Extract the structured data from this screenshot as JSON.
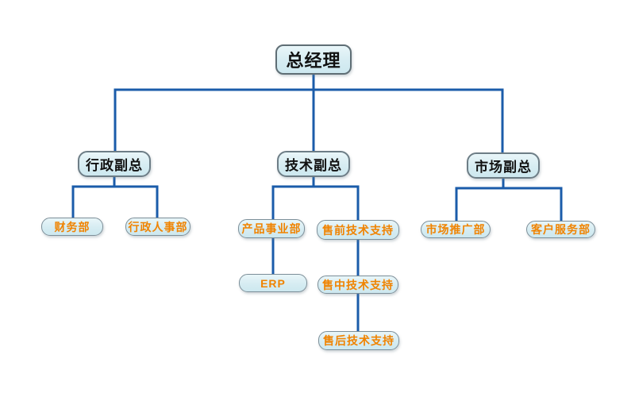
{
  "colors": {
    "background": "#ffffff",
    "connector_line": "#1b5caa",
    "node_fill": "#d6ecf2",
    "node_fill_light": "#e9f6f9",
    "node_border": "#7d8f99",
    "level12_text": "#111111",
    "department_text": "#f08300"
  },
  "org_chart": {
    "nodes": {
      "gm": {
        "label": "总经理"
      },
      "admin_vp": {
        "label": "行政副总"
      },
      "tech_vp": {
        "label": "技术副总"
      },
      "market_vp": {
        "label": "市场副总"
      },
      "finance": {
        "label": "财务部"
      },
      "admin_hr": {
        "label": "行政人事部"
      },
      "product_div": {
        "label": "产品事业部"
      },
      "presales": {
        "label": "售前技术支持"
      },
      "erp": {
        "label": "ERP"
      },
      "midsales": {
        "label": "售中技术支持"
      },
      "aftersales": {
        "label": "售后技术支持"
      },
      "promotion": {
        "label": "市场推广部"
      },
      "service": {
        "label": "客户服务部"
      }
    },
    "edges": [
      [
        "gm",
        "admin_vp"
      ],
      [
        "gm",
        "tech_vp"
      ],
      [
        "gm",
        "market_vp"
      ],
      [
        "admin_vp",
        "finance"
      ],
      [
        "admin_vp",
        "admin_hr"
      ],
      [
        "tech_vp",
        "product_div"
      ],
      [
        "tech_vp",
        "presales"
      ],
      [
        "product_div",
        "erp"
      ],
      [
        "presales",
        "midsales"
      ],
      [
        "midsales",
        "aftersales"
      ],
      [
        "market_vp",
        "promotion"
      ],
      [
        "market_vp",
        "service"
      ]
    ]
  }
}
